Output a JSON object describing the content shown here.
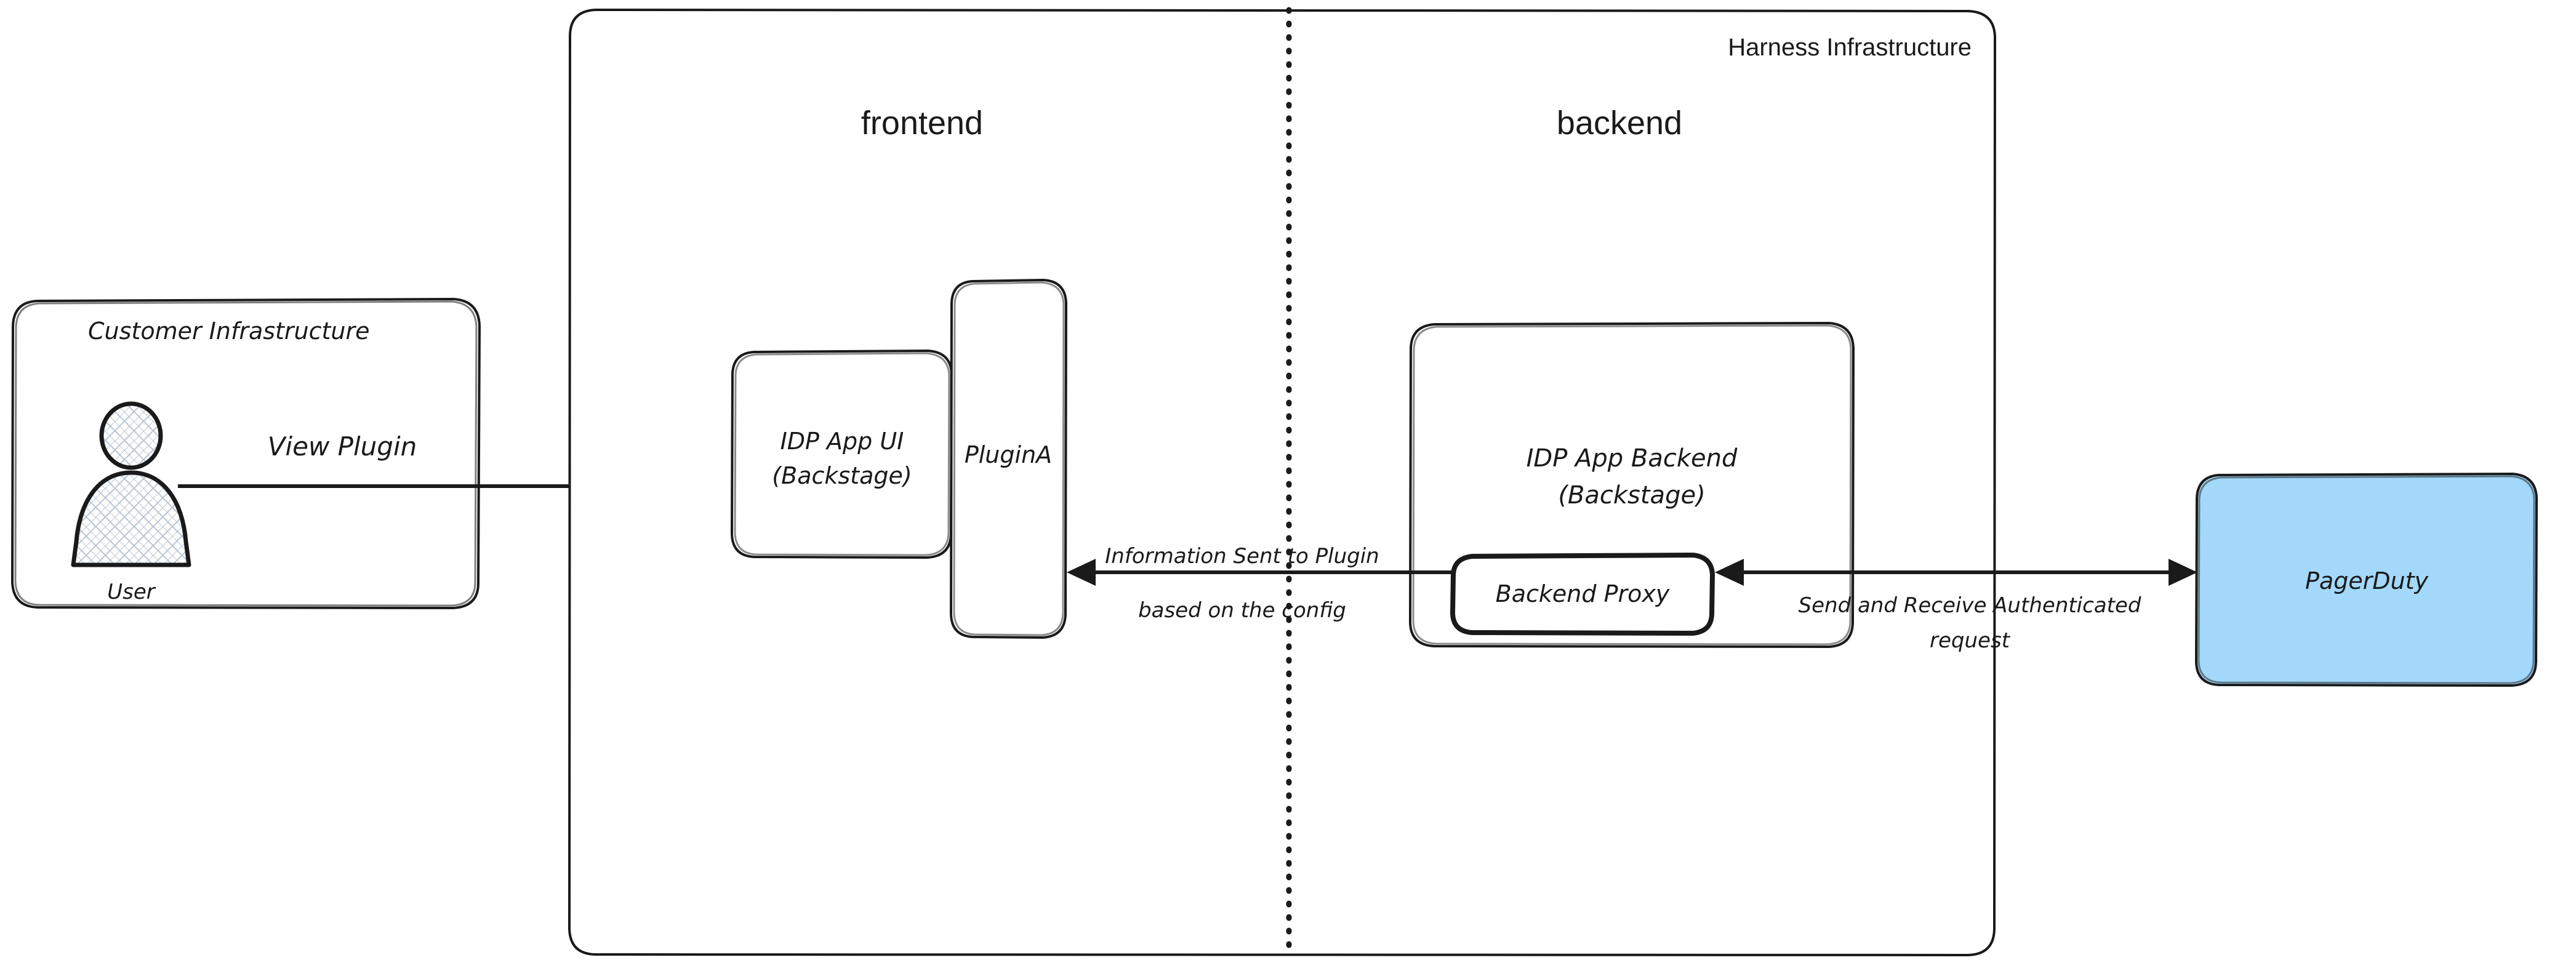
{
  "diagram": {
    "title": "Harness IDP Plugin Architecture",
    "background": "#ffffff",
    "stroke_color": "#1a1a1a"
  },
  "containers": {
    "customer": {
      "label": "Customer Infrastructure",
      "fill": "#ffffff"
    },
    "harness": {
      "label": "Harness Infrastructure",
      "fill": "#ffffff",
      "zones": {
        "frontend_label": "frontend",
        "backend_label": "backend",
        "divider": "dotted-vertical-divider"
      }
    }
  },
  "nodes": {
    "user": {
      "label": "User",
      "icon": "actor-person-icon",
      "fill": "#ffffff"
    },
    "idp_app_ui": {
      "line1": "IDP App UI",
      "line2": "(Backstage)",
      "fill": "#ffffff"
    },
    "plugin_a": {
      "label": "PluginA",
      "fill": "#ffffff"
    },
    "idp_app_backend": {
      "line1": "IDP App Backend",
      "line2": "(Backstage)",
      "fill": "#ffffff"
    },
    "backend_proxy": {
      "label": "Backend Proxy",
      "fill": "#ffffff"
    },
    "pagerduty": {
      "label": "PagerDuty",
      "fill": "#A3D8FA",
      "stroke": "#1a1a1a"
    }
  },
  "edges": {
    "view_plugin": {
      "label": "View Plugin",
      "from": "user",
      "to": "idp_app_ui",
      "direction": "one-way"
    },
    "info_to_plugin": {
      "line1": "Information Sent to Plugin",
      "line2": "based on the config",
      "from": "backend_proxy",
      "to": "plugin_a",
      "direction": "one-way"
    },
    "auth_request": {
      "line1": "Send and Receive Authenticated",
      "line2": "request",
      "from": "backend_proxy",
      "to": "pagerduty",
      "direction": "two-way"
    }
  }
}
